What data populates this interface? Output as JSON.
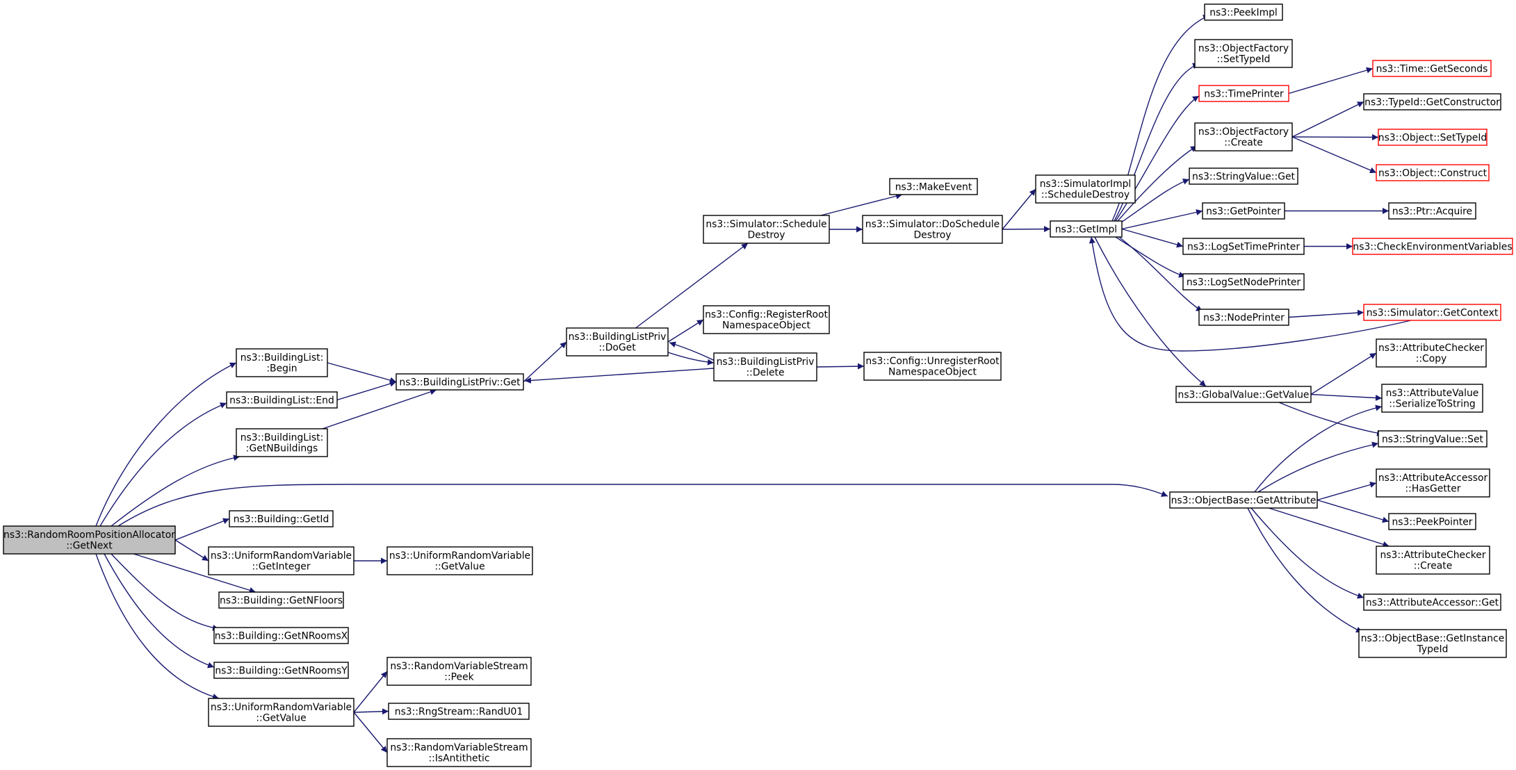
{
  "colors": {
    "edge": "#191970",
    "node_border": "#000000",
    "node_border_truncated": "#ff0000",
    "node_fill": "#ffffff",
    "root_fill": "#bfbfbf",
    "text": "#000000"
  },
  "nodes": [
    {
      "id": "root",
      "lines": [
        "ns3::RandomRoomPositionAllocator",
        "::GetNext"
      ],
      "style": "root"
    },
    {
      "id": "bl_begin",
      "lines": [
        "ns3::BuildingList:",
        ":Begin"
      ],
      "style": "normal"
    },
    {
      "id": "bl_end",
      "lines": [
        "ns3::BuildingList::End"
      ],
      "style": "normal"
    },
    {
      "id": "bl_getnb",
      "lines": [
        "ns3::BuildingList:",
        ":GetNBuildings"
      ],
      "style": "normal"
    },
    {
      "id": "b_getid",
      "lines": [
        "ns3::Building::GetId"
      ],
      "style": "normal"
    },
    {
      "id": "urv_getint",
      "lines": [
        "ns3::UniformRandomVariable",
        "::GetInteger"
      ],
      "style": "normal"
    },
    {
      "id": "b_getnfloors",
      "lines": [
        "ns3::Building::GetNFloors"
      ],
      "style": "normal"
    },
    {
      "id": "b_getnroomsx",
      "lines": [
        "ns3::Building::GetNRoomsX"
      ],
      "style": "normal"
    },
    {
      "id": "b_getnroomsy",
      "lines": [
        "ns3::Building::GetNRoomsY"
      ],
      "style": "normal"
    },
    {
      "id": "urv_getval",
      "lines": [
        "ns3::UniformRandomVariable",
        "::GetValue"
      ],
      "style": "normal"
    },
    {
      "id": "urv_getval2",
      "lines": [
        "ns3::UniformRandomVariable",
        "::GetValue"
      ],
      "style": "normal"
    },
    {
      "id": "rvs_peek",
      "lines": [
        "ns3::RandomVariableStream",
        "::Peek"
      ],
      "style": "normal"
    },
    {
      "id": "rng_randu01",
      "lines": [
        "ns3::RngStream::RandU01"
      ],
      "style": "normal"
    },
    {
      "id": "rvs_isanti",
      "lines": [
        "ns3::RandomVariableStream",
        "::IsAntithetic"
      ],
      "style": "normal"
    },
    {
      "id": "blp_get",
      "lines": [
        "ns3::BuildingListPriv::Get"
      ],
      "style": "normal"
    },
    {
      "id": "blp_doget",
      "lines": [
        "ns3::BuildingListPriv",
        "::DoGet"
      ],
      "style": "normal"
    },
    {
      "id": "sim_schedule_destroy",
      "lines": [
        "ns3::Simulator::Schedule",
        "Destroy"
      ],
      "style": "normal"
    },
    {
      "id": "cfg_register",
      "lines": [
        "ns3::Config::RegisterRoot",
        "NamespaceObject"
      ],
      "style": "normal"
    },
    {
      "id": "blp_delete",
      "lines": [
        "ns3::BuildingListPriv",
        "::Delete"
      ],
      "style": "normal"
    },
    {
      "id": "cfg_unregister",
      "lines": [
        "ns3::Config::UnregisterRoot",
        "NamespaceObject"
      ],
      "style": "normal"
    },
    {
      "id": "make_event",
      "lines": [
        "ns3::MakeEvent"
      ],
      "style": "normal"
    },
    {
      "id": "sim_do_schedule_destroy",
      "lines": [
        "ns3::Simulator::DoSchedule",
        "Destroy"
      ],
      "style": "normal"
    },
    {
      "id": "simimpl_schedule_destroy",
      "lines": [
        "ns3::SimulatorImpl",
        "::ScheduleDestroy"
      ],
      "style": "normal"
    },
    {
      "id": "get_impl",
      "lines": [
        "ns3::GetImpl"
      ],
      "style": "normal"
    },
    {
      "id": "peek_impl",
      "lines": [
        "ns3::PeekImpl"
      ],
      "style": "normal"
    },
    {
      "id": "of_settypeid",
      "lines": [
        "ns3::ObjectFactory",
        "::SetTypeId"
      ],
      "style": "normal"
    },
    {
      "id": "time_printer",
      "lines": [
        "ns3::TimePrinter"
      ],
      "style": "truncated"
    },
    {
      "id": "of_create",
      "lines": [
        "ns3::ObjectFactory",
        "::Create"
      ],
      "style": "normal"
    },
    {
      "id": "sv_get",
      "lines": [
        "ns3::StringValue::Get"
      ],
      "style": "normal"
    },
    {
      "id": "get_pointer",
      "lines": [
        "ns3::GetPointer"
      ],
      "style": "normal"
    },
    {
      "id": "log_set_time_printer",
      "lines": [
        "ns3::LogSetTimePrinter"
      ],
      "style": "normal"
    },
    {
      "id": "log_set_node_printer",
      "lines": [
        "ns3::LogSetNodePrinter"
      ],
      "style": "normal"
    },
    {
      "id": "node_printer",
      "lines": [
        "ns3::NodePrinter"
      ],
      "style": "normal"
    },
    {
      "id": "gv_getvalue",
      "lines": [
        "ns3::GlobalValue::GetValue"
      ],
      "style": "normal"
    },
    {
      "id": "time_getseconds",
      "lines": [
        "ns3::Time::GetSeconds"
      ],
      "style": "truncated"
    },
    {
      "id": "typeid_getconstructor",
      "lines": [
        "ns3::TypeId::GetConstructor"
      ],
      "style": "normal"
    },
    {
      "id": "object_settypeid",
      "lines": [
        "ns3::Object::SetTypeId"
      ],
      "style": "truncated"
    },
    {
      "id": "object_construct",
      "lines": [
        "ns3::Object::Construct"
      ],
      "style": "truncated"
    },
    {
      "id": "ptr_acquire",
      "lines": [
        "ns3::Ptr::Acquire"
      ],
      "style": "normal"
    },
    {
      "id": "check_env_vars",
      "lines": [
        "ns3::CheckEnvironmentVariables"
      ],
      "style": "truncated"
    },
    {
      "id": "sim_getcontext",
      "lines": [
        "ns3::Simulator::GetContext"
      ],
      "style": "truncated"
    },
    {
      "id": "ac_copy",
      "lines": [
        "ns3::AttributeChecker",
        "::Copy"
      ],
      "style": "normal"
    },
    {
      "id": "av_serialize",
      "lines": [
        "ns3::AttributeValue",
        "::SerializeToString"
      ],
      "style": "normal"
    },
    {
      "id": "sv_set",
      "lines": [
        "ns3::StringValue::Set"
      ],
      "style": "normal"
    },
    {
      "id": "ob_getattribute",
      "lines": [
        "ns3::ObjectBase::GetAttribute"
      ],
      "style": "normal"
    },
    {
      "id": "aa_hasgetter",
      "lines": [
        "ns3::AttributeAccessor",
        "::HasGetter"
      ],
      "style": "normal"
    },
    {
      "id": "peek_pointer",
      "lines": [
        "ns3::PeekPointer"
      ],
      "style": "normal"
    },
    {
      "id": "ac_create",
      "lines": [
        "ns3::AttributeChecker",
        "::Create"
      ],
      "style": "normal"
    },
    {
      "id": "aa_get",
      "lines": [
        "ns3::AttributeAccessor::Get"
      ],
      "style": "normal"
    },
    {
      "id": "ob_getinstancetypeid",
      "lines": [
        "ns3::ObjectBase::GetInstance",
        "TypeId"
      ],
      "style": "normal"
    }
  ],
  "edges": [
    [
      "root",
      "bl_begin"
    ],
    [
      "root",
      "bl_end"
    ],
    [
      "root",
      "bl_getnb"
    ],
    [
      "root",
      "ob_getattribute"
    ],
    [
      "root",
      "b_getid"
    ],
    [
      "root",
      "urv_getint"
    ],
    [
      "root",
      "b_getnfloors"
    ],
    [
      "root",
      "b_getnroomsx"
    ],
    [
      "root",
      "b_getnroomsy"
    ],
    [
      "root",
      "urv_getval"
    ],
    [
      "bl_begin",
      "blp_get"
    ],
    [
      "bl_end",
      "blp_get"
    ],
    [
      "bl_getnb",
      "blp_get"
    ],
    [
      "urv_getint",
      "urv_getval2"
    ],
    [
      "urv_getval",
      "rvs_peek"
    ],
    [
      "urv_getval",
      "rng_randu01"
    ],
    [
      "urv_getval",
      "rvs_isanti"
    ],
    [
      "blp_get",
      "blp_doget"
    ],
    [
      "blp_doget",
      "sim_schedule_destroy"
    ],
    [
      "blp_doget",
      "cfg_register"
    ],
    [
      "blp_doget",
      "blp_delete"
    ],
    [
      "blp_delete",
      "blp_doget"
    ],
    [
      "blp_delete",
      "blp_get"
    ],
    [
      "blp_delete",
      "cfg_unregister"
    ],
    [
      "sim_schedule_destroy",
      "make_event"
    ],
    [
      "sim_schedule_destroy",
      "sim_do_schedule_destroy"
    ],
    [
      "sim_do_schedule_destroy",
      "simimpl_schedule_destroy"
    ],
    [
      "sim_do_schedule_destroy",
      "get_impl"
    ],
    [
      "get_impl",
      "peek_impl"
    ],
    [
      "get_impl",
      "of_settypeid"
    ],
    [
      "get_impl",
      "time_printer"
    ],
    [
      "get_impl",
      "of_create"
    ],
    [
      "get_impl",
      "sv_get"
    ],
    [
      "get_impl",
      "get_pointer"
    ],
    [
      "get_impl",
      "log_set_time_printer"
    ],
    [
      "get_impl",
      "log_set_node_printer"
    ],
    [
      "get_impl",
      "node_printer"
    ],
    [
      "get_impl",
      "gv_getvalue"
    ],
    [
      "time_printer",
      "time_getseconds"
    ],
    [
      "of_create",
      "typeid_getconstructor"
    ],
    [
      "of_create",
      "object_settypeid"
    ],
    [
      "of_create",
      "object_construct"
    ],
    [
      "get_pointer",
      "ptr_acquire"
    ],
    [
      "log_set_time_printer",
      "check_env_vars"
    ],
    [
      "node_printer",
      "sim_getcontext"
    ],
    [
      "sim_getcontext",
      "get_impl"
    ],
    [
      "gv_getvalue",
      "ac_copy"
    ],
    [
      "gv_getvalue",
      "av_serialize"
    ],
    [
      "gv_getvalue",
      "sv_set"
    ],
    [
      "ob_getattribute",
      "av_serialize"
    ],
    [
      "ob_getattribute",
      "sv_set"
    ],
    [
      "ob_getattribute",
      "aa_hasgetter"
    ],
    [
      "ob_getattribute",
      "peek_pointer"
    ],
    [
      "ob_getattribute",
      "ac_create"
    ],
    [
      "ob_getattribute",
      "aa_get"
    ],
    [
      "ob_getattribute",
      "ob_getinstancetypeid"
    ]
  ]
}
